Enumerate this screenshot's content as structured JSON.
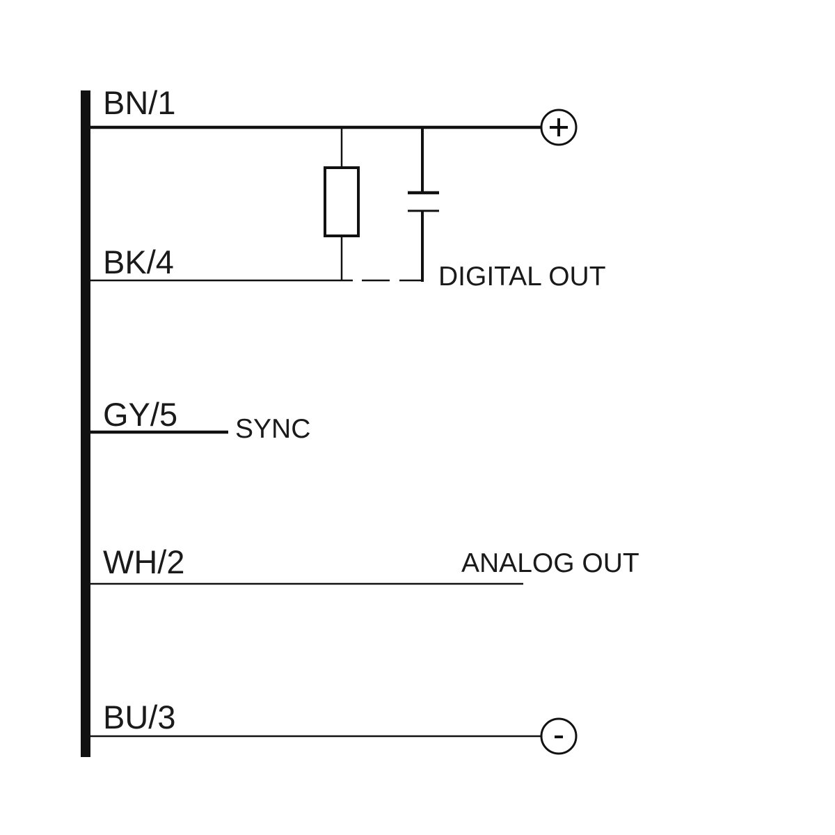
{
  "diagram": {
    "title": "Sensor wiring diagram",
    "wires": [
      {
        "id": "bn1",
        "label": "BN/1",
        "function": "",
        "terminal": "+"
      },
      {
        "id": "bk4",
        "label": "BK/4",
        "function": "DIGITAL OUT",
        "terminal": ""
      },
      {
        "id": "gy5",
        "label": "GY/5",
        "function": "SYNC",
        "terminal": ""
      },
      {
        "id": "wh2",
        "label": "WH/2",
        "function": "ANALOG OUT",
        "terminal": ""
      },
      {
        "id": "bu3",
        "label": "BU/3",
        "function": "",
        "terminal": "-"
      }
    ],
    "components": [
      {
        "type": "resistor",
        "connects": [
          "BN/1",
          "BK/4"
        ]
      },
      {
        "type": "capacitor",
        "connects": [
          "BN/1",
          "BK/4"
        ],
        "connection_style": "dashed"
      }
    ],
    "terminals": {
      "positive": "+",
      "negative": "-"
    },
    "colors": {
      "line": "#111111",
      "text": "#1a1a1a",
      "background": "#ffffff"
    }
  }
}
